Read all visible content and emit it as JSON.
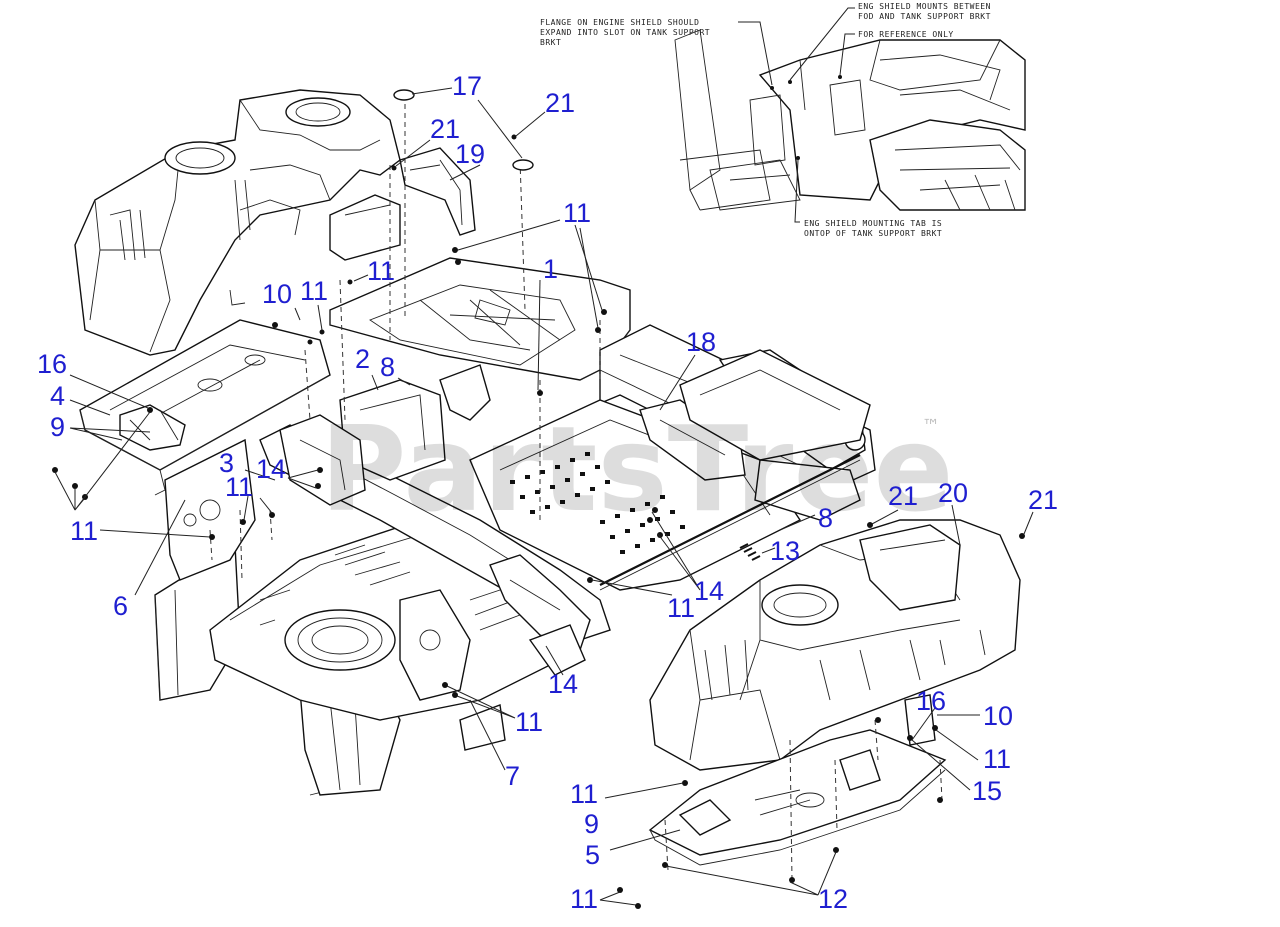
{
  "watermark": {
    "text": "PartsTree",
    "trademark": "™"
  },
  "inset_notes": {
    "note_flange": [
      "FLANGE ON ENGINE SHIELD SHOULD",
      "EXPAND INTO SLOT ON TANK SUPPORT",
      "BRKT"
    ],
    "note_mounts": [
      "ENG SHIELD MOUNTS BETWEEN",
      "FOD AND TANK SUPPORT BRKT"
    ],
    "note_reference": "FOR REFERENCE ONLY",
    "note_tab": [
      "ENG SHIELD MOUNTING TAB IS",
      "ONTOP OF TANK SUPPORT BRKT"
    ]
  },
  "callouts": [
    "17",
    "21",
    "21",
    "19",
    "11",
    "1",
    "11",
    "10",
    "11",
    "16",
    "4",
    "9",
    "2",
    "8",
    "18",
    "3",
    "14",
    "11",
    "11",
    "6",
    "21",
    "20",
    "21",
    "8",
    "13",
    "11",
    "14",
    "14",
    "11",
    "7",
    "16",
    "10",
    "11",
    "15",
    "11",
    "9",
    "5",
    "11",
    "12"
  ]
}
